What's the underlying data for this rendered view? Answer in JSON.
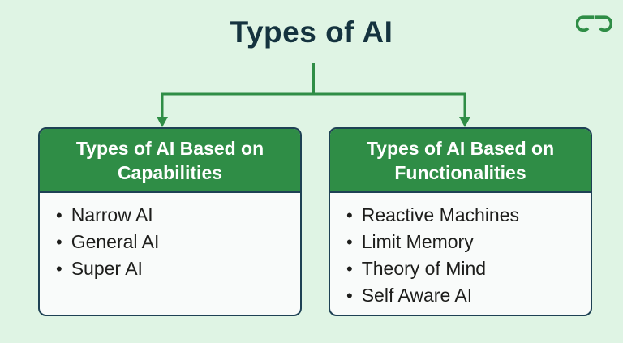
{
  "title": "Types of AI",
  "ui": {
    "bullet": "•"
  },
  "icons": {
    "logo": "geeksforgeeks-logo"
  },
  "colors": {
    "background": "#dff4e4",
    "brand_green": "#2f8d46",
    "outline_navy": "#1e4154",
    "title_text": "#15333f",
    "card_background": "#f9fbfa",
    "list_text": "#1d1d1b",
    "header_text": "#ffffff"
  },
  "branches": [
    {
      "header_lines": [
        "Types of AI Based on",
        "Capabilities"
      ],
      "items": [
        "Narrow AI",
        "General AI",
        "Super AI"
      ]
    },
    {
      "header_lines": [
        "Types of AI Based on",
        "Functionalities"
      ],
      "items": [
        "Reactive Machines",
        "Limit Memory",
        "Theory of Mind",
        "Self Aware AI"
      ]
    }
  ]
}
